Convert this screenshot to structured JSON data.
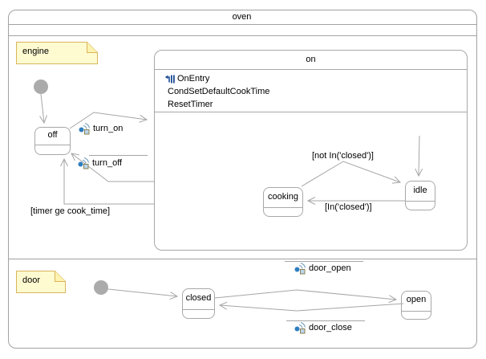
{
  "frame": {
    "title": "oven"
  },
  "notes": {
    "engine": "engine",
    "door": "door"
  },
  "states": {
    "off": {
      "label": "off"
    },
    "on": {
      "label": "on",
      "entry": {
        "label": "OnEntry",
        "action1": "CondSetDefaultCookTime",
        "action2": "ResetTimer"
      }
    },
    "idle": {
      "label": "idle"
    },
    "cooking": {
      "label": "cooking"
    },
    "closed": {
      "label": "closed"
    },
    "open": {
      "label": "open"
    }
  },
  "transitions": {
    "turn_on": {
      "label": "turn_on"
    },
    "turn_off": {
      "label": "turn_off"
    },
    "timer_guard": {
      "label": "[timer ge cook_time]"
    },
    "not_in_closed_guard": {
      "label": "[not In('closed')]"
    },
    "in_closed_guard": {
      "label": "[In('closed')]"
    },
    "door_open": {
      "label": "door_open"
    },
    "door_close": {
      "label": "door_close"
    }
  },
  "icons": {
    "event_trigger": "event-trigger-icon",
    "entry_action": "entry-action-icon"
  },
  "colors": {
    "line_gray": "#a6a6a6",
    "note_fill": "#fffbd0",
    "note_border": "#d9b55c",
    "initial_fill": "#ababab",
    "entry_icon_navy": "#1e4c94",
    "event_icon_blue": "#2f7ec0",
    "text": "#000000"
  }
}
